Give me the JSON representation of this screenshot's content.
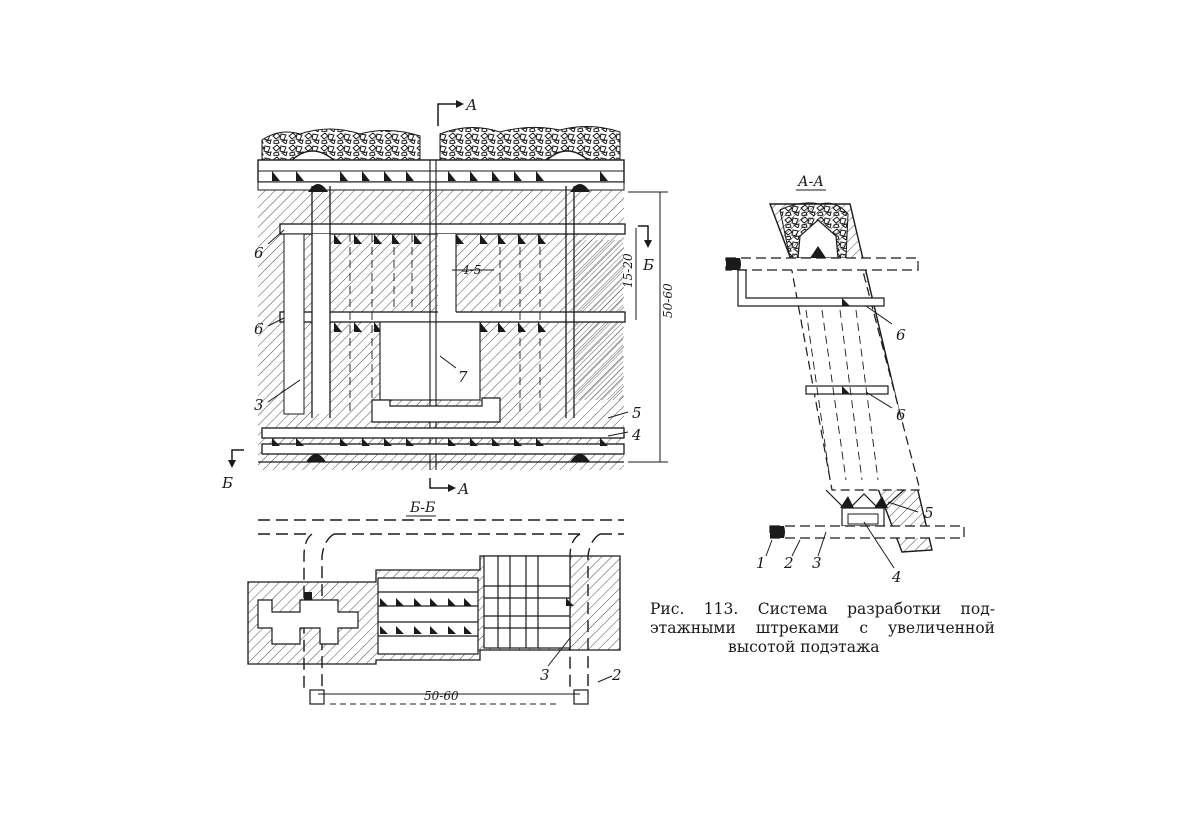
{
  "labels": {
    "section_a_top": "А",
    "section_a_bottom": "А",
    "section_b_right": "Б",
    "section_b_left": "Б",
    "view_aa": "А-А",
    "view_bb": "Б-Б",
    "dim_50_60_vertical": "50-60",
    "dim_15_20": "15-20",
    "dim_4_5": "4-5",
    "dim_50_60_horizontal": "50-60",
    "n1": "1",
    "n2": "2",
    "n3": "3",
    "n4": "4",
    "n5": "5",
    "n6": "6",
    "n7": "7"
  },
  "caption": {
    "line1": "Рис. 113. Система разработки под-",
    "line2": "этажными штреками с увеличенной",
    "line3": "высотой подэтажа"
  }
}
